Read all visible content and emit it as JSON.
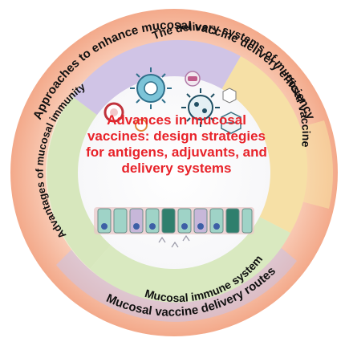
{
  "rings": {
    "outer_top": "Approaches to enhance mucosal vaccine delivery efficiency",
    "outer_bottom": "Mucosal vaccine delivery routes",
    "middle_top": "The delivery systems of mucosal vaccine",
    "middle_left": "Advantages of mucosal immunity",
    "middle_bottom": "Mucosal immune system"
  },
  "center_title": {
    "line1": "Advances in mucosal",
    "line2": "vaccines: design strategies",
    "line3": "for antigens, adjuvants, and",
    "line4": "delivery systems"
  },
  "icons": [
    "virus-icon",
    "nanoparticle-icon",
    "liposome-icon",
    "bacteria-icon",
    "epithelium-icon",
    "antibody-icon"
  ],
  "colors": {
    "outer_ring": "#f7b79a",
    "middle_ring_green": "#d7e7bd",
    "middle_ring_purple": "#cdc0e3",
    "middle_ring_yellow": "#f6e0a6",
    "title": "#e8232a"
  }
}
